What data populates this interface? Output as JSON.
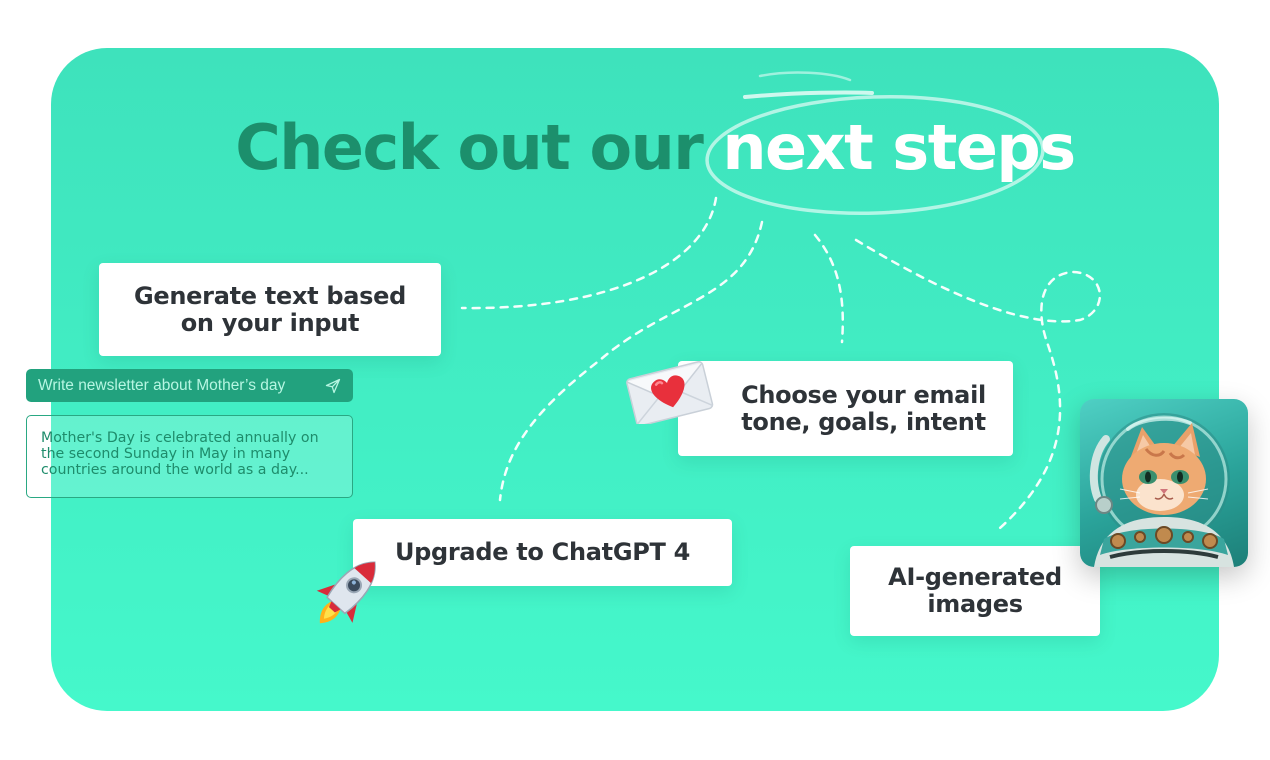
{
  "headline": {
    "part1": "Check out our ",
    "part2": "next steps"
  },
  "cards": {
    "generate_text": {
      "line1": "Generate text based",
      "line2": "on your input"
    },
    "email_tone": {
      "line1": "Choose your email",
      "line2": "tone, goals, intent"
    },
    "upgrade": {
      "line1": "Upgrade to ChatGPT 4"
    },
    "ai_images": {
      "line1": "AI-generated",
      "line2": "images"
    }
  },
  "prompt": {
    "text": "Write newsletter about Mother’s day",
    "icon": "send-icon"
  },
  "result": {
    "line1": "Mother's Day is celebrated annually on",
    "line2": "the second Sunday in May in many",
    "line3": "countries around the world as a day..."
  },
  "icons": {
    "envelope": "love-letter-icon",
    "rocket": "rocket-icon",
    "cat": "astronaut-cat-image"
  },
  "colors": {
    "panel_top": "#3ee2bc",
    "panel_bottom": "#45f8cb",
    "headline_dark": "#1c8f6c",
    "headline_light": "#ffffff",
    "card_text": "#2e3338",
    "prompt_bar": "#22a27e"
  }
}
